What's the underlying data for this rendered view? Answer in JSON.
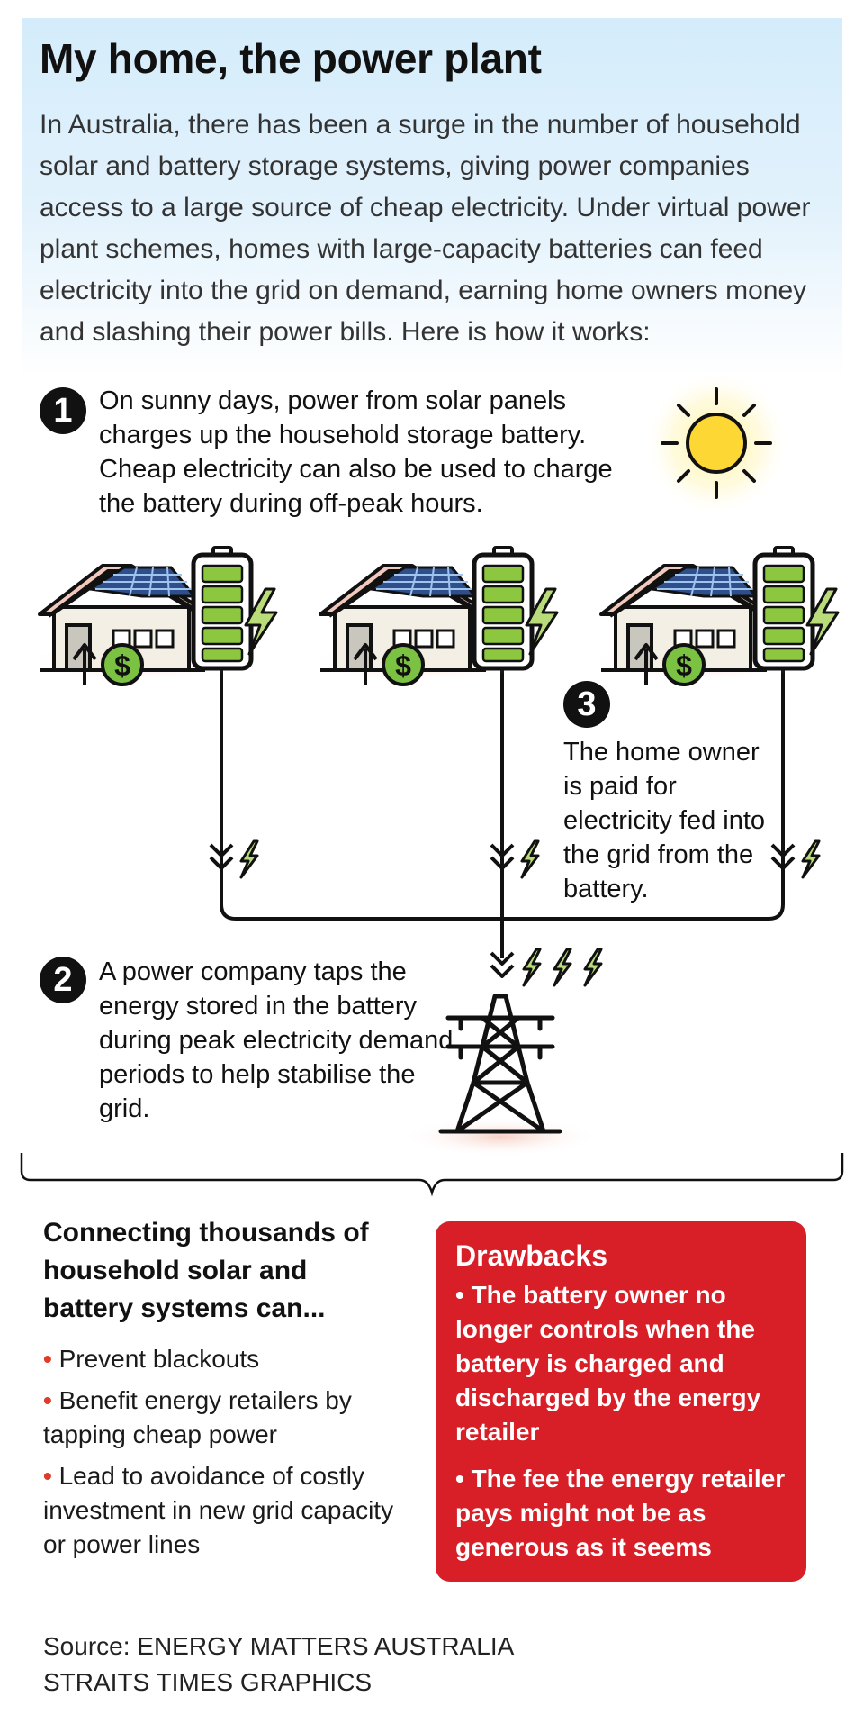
{
  "title": "My home, the power plant",
  "intro": "In Australia, there has been a surge in the number of household solar and battery storage systems, giving power companies access to a large source of cheap electricity. Under virtual power plant schemes, homes with large-capacity batteries can feed electricity into the grid on demand, earning home owners money and slashing their power bills. Here is how it works:",
  "steps": [
    {
      "num": "1",
      "text": "On sunny days, power from solar panels charges up the household storage battery. Cheap electricity can also be used to charge the battery during off-peak hours."
    },
    {
      "num": "2",
      "text": "A power company taps the energy stored in the battery during peak electricity demand periods to help stabilise the grid."
    },
    {
      "num": "3",
      "text": "The home owner is paid for electricity fed into the grid from the battery."
    }
  ],
  "benefits": {
    "heading": "Connecting thousands of household solar and battery systems can...",
    "items": [
      "Prevent blackouts",
      "Benefit energy retailers by tapping cheap power",
      "Lead to avoidance of costly investment in new grid capacity or power lines"
    ],
    "bullet": "•"
  },
  "drawbacks": {
    "heading": "Drawbacks",
    "items": [
      "• The battery owner no longer controls when the battery is charged and discharged by the energy retailer",
      "• The fee the energy retailer pays might not be as generous as it seems"
    ]
  },
  "source": {
    "line1": "Source: ENERGY MATTERS AUSTRALIA",
    "line2": "STRAITS TIMES GRAPHICS"
  },
  "colors": {
    "battery_green": "#8dc63f",
    "bolt_green": "#b9db7a",
    "money_green": "#7cc242",
    "sun_yellow": "#fdd835",
    "roof": "#f2c9bd",
    "panel": "#2f4e8c",
    "house_wall": "#f4efe4",
    "drawbacks_red": "#d81e26",
    "bullet_red": "#e03a28",
    "hero_blue": "#d4ecfb"
  },
  "icons": [
    "sun-icon",
    "house-icon",
    "solar-panel-icon",
    "battery-icon",
    "lightning-bolt-icon",
    "dollar-coin-icon",
    "up-arrow-icon",
    "down-chevrons-icon",
    "power-pylon-icon",
    "brace"
  ]
}
